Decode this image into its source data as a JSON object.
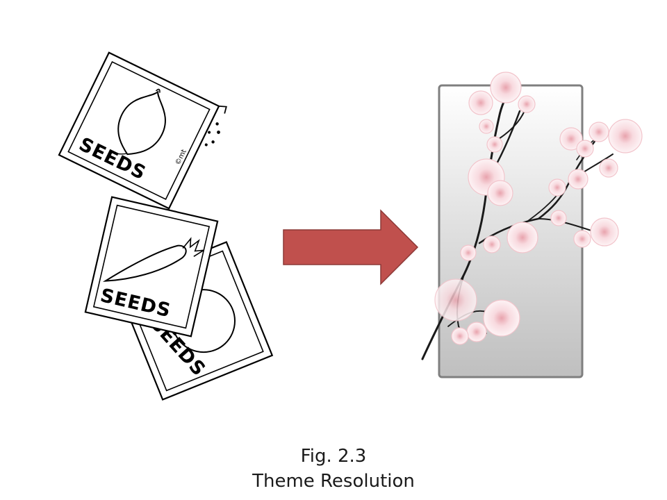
{
  "packets": [
    {
      "label": "SEEDS",
      "vegetable": "onion"
    },
    {
      "label": "SEEDS",
      "vegetable": "carrot"
    },
    {
      "label": "SEEDS",
      "vegetable": "tomato"
    }
  ],
  "artist_mark": "©mt",
  "arrow": {
    "color": "#c0504d",
    "border": "#8c3836"
  },
  "panel": {
    "border": "#7f7f7f",
    "gradient_top": "#ffffff",
    "gradient_bottom": "#bfbfbf"
  },
  "blossom": {
    "petal": "#fdf3f5",
    "center": "#e8a3ad",
    "outline": "#f2c4cb",
    "branch": "#1a1a1a"
  },
  "caption": {
    "line1": "Fig. 2.3",
    "line2": "Theme Resolution"
  }
}
